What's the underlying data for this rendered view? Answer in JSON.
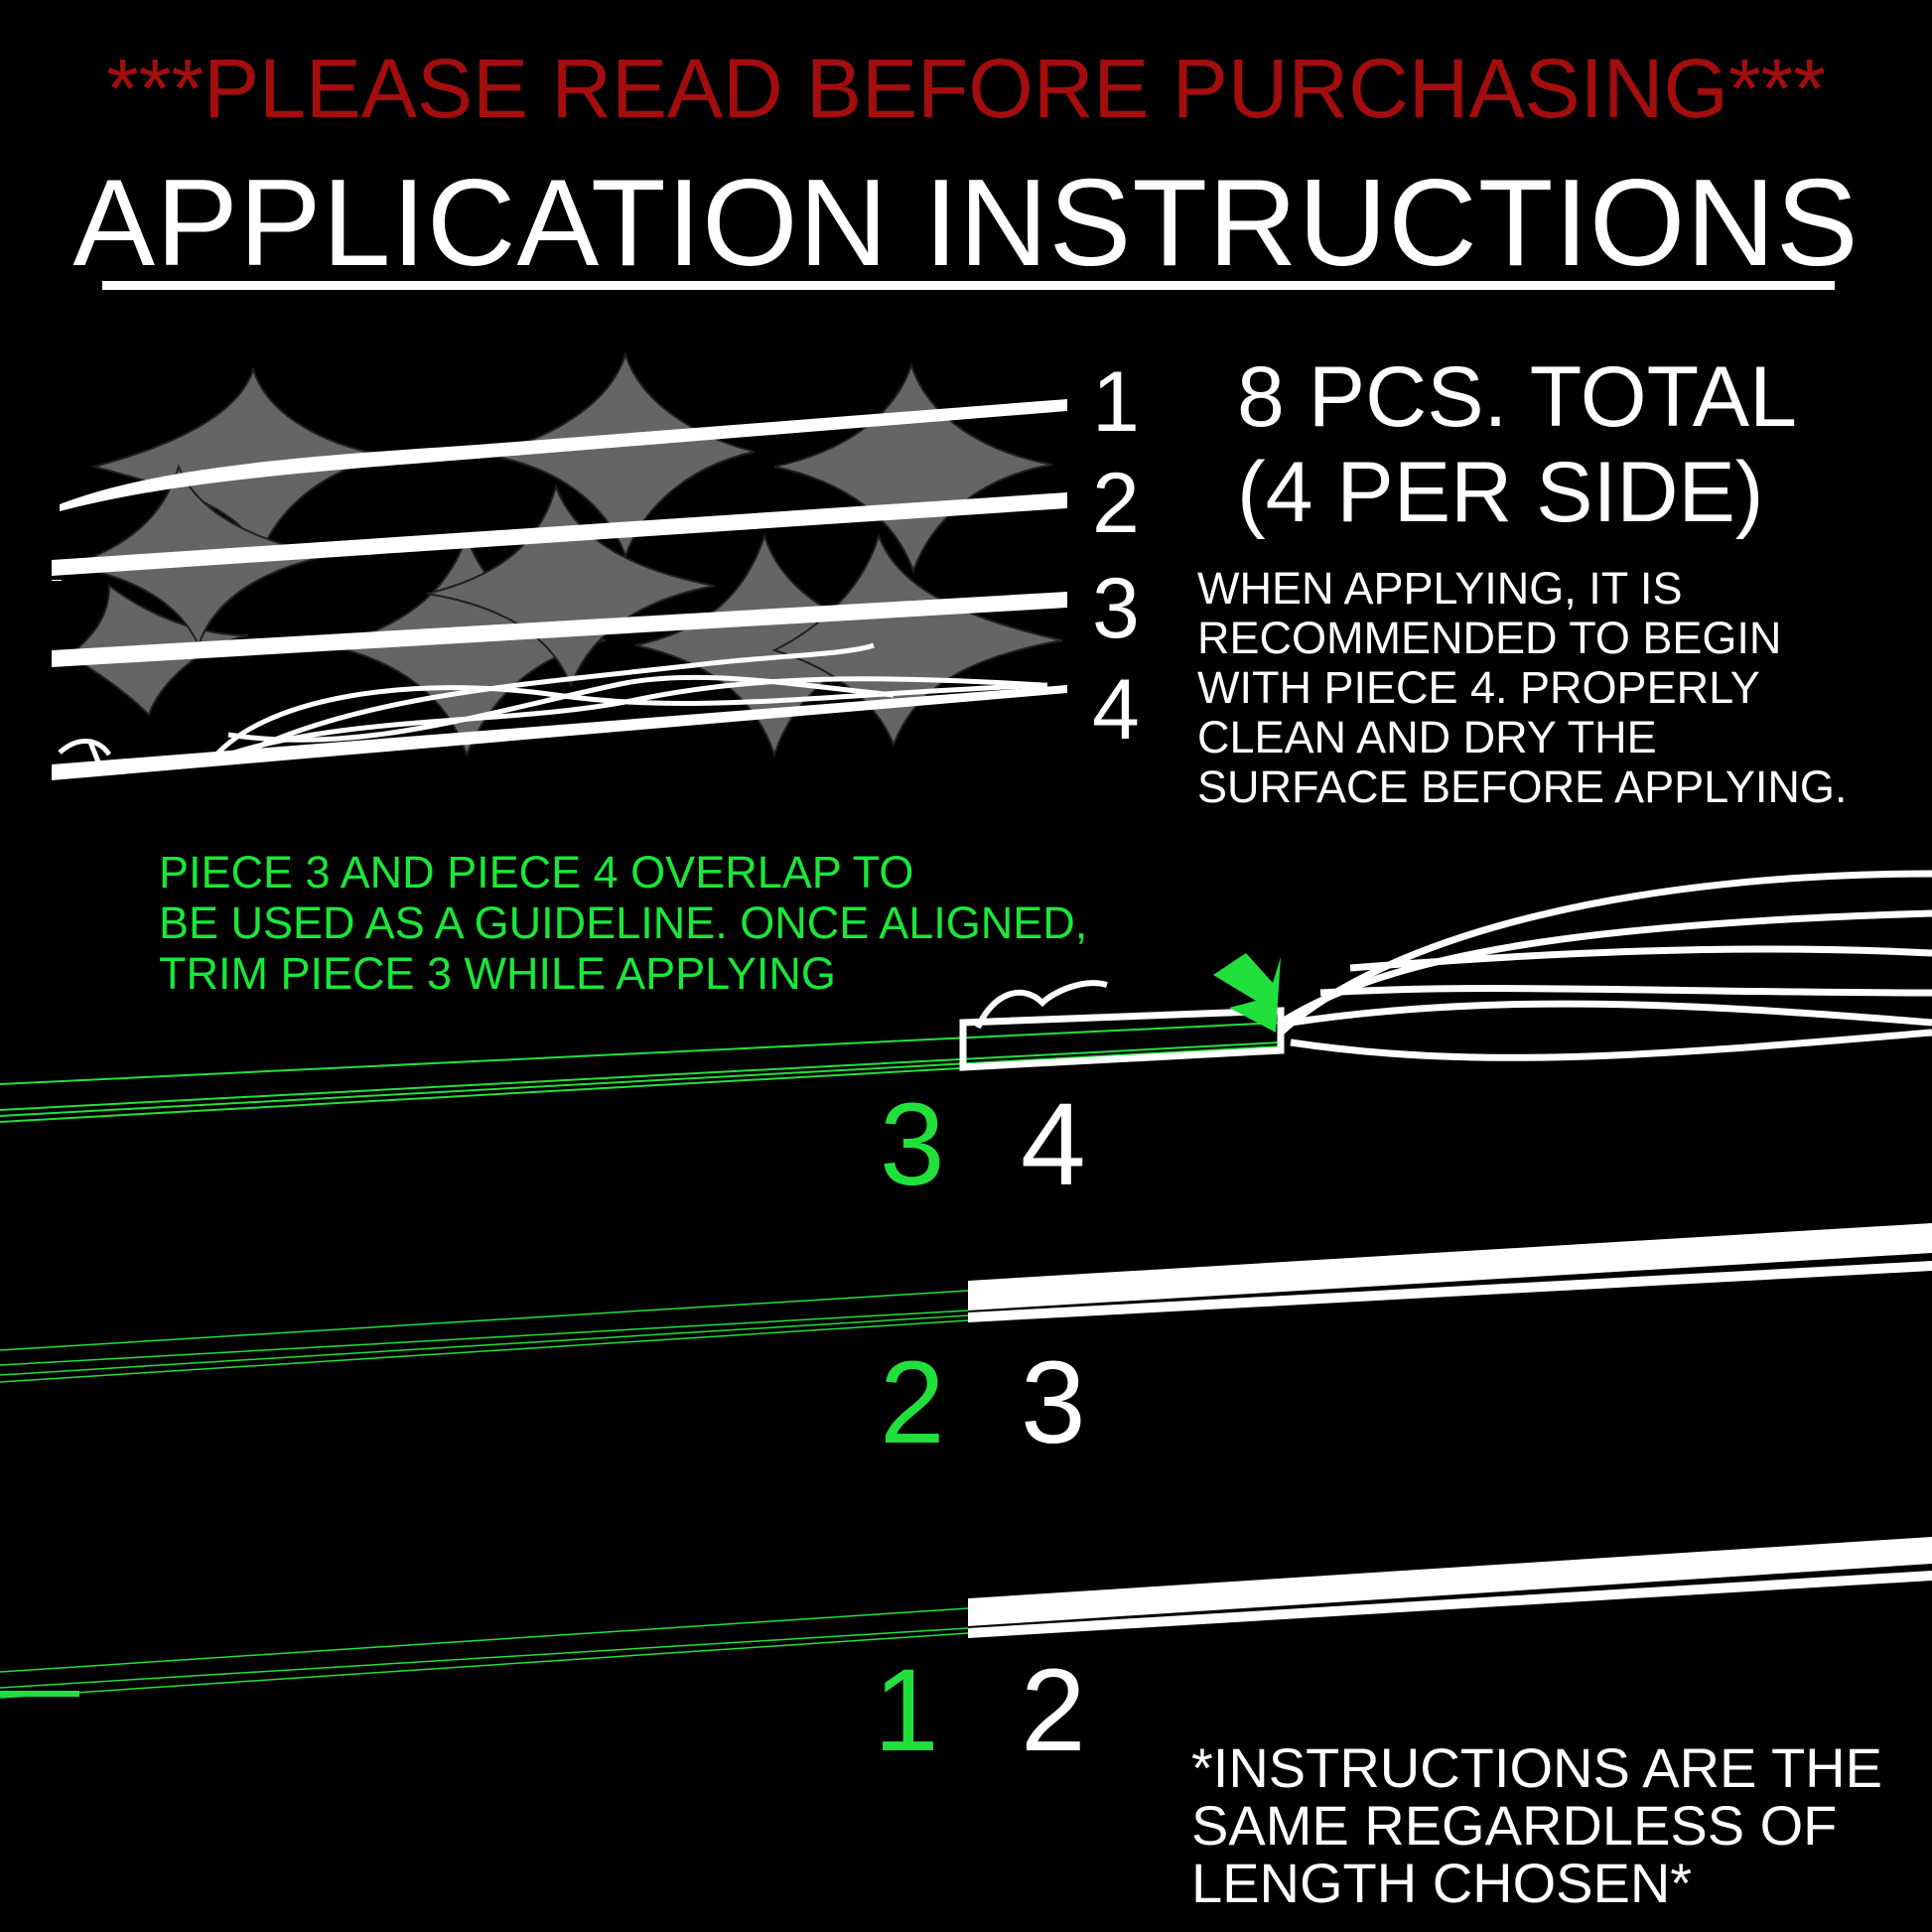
{
  "header": {
    "warning": "***PLEASE READ BEFORE PURCHASING***",
    "title": "APPLICATION INSTRUCTIONS"
  },
  "overview": {
    "piece_labels": [
      "1",
      "2",
      "3",
      "4"
    ],
    "total_line1": "8 PCS. TOTAL",
    "total_line2": "(4 PER SIDE)",
    "apply_note_lines": [
      "WHEN APPLYING, IT IS",
      "RECOMMENDED TO BEGIN",
      "WITH PIECE 4. PROPERLY",
      "CLEAN AND DRY THE",
      "SURFACE BEFORE APPLYING."
    ]
  },
  "overlap": {
    "note_lines": [
      "PIECE 3 AND PIECE 4 OVERLAP TO",
      "BE USED AS A GUIDELINE. ONCE ALIGNED,",
      "TRIM PIECE 3 WHILE APPLYING"
    ]
  },
  "steps": [
    {
      "guide_piece": "3",
      "piece": "4"
    },
    {
      "guide_piece": "2",
      "piece": "3"
    },
    {
      "guide_piece": "1",
      "piece": "2"
    }
  ],
  "footnote": {
    "lines": [
      "*INSTRUCTIONS ARE THE",
      "SAME REGARDLESS OF",
      "LENGTH CHOSEN*"
    ]
  },
  "colors": {
    "warning": "#a30d0d",
    "guide": "#22e03c",
    "decal": "#ffffff",
    "background": "#000000"
  }
}
